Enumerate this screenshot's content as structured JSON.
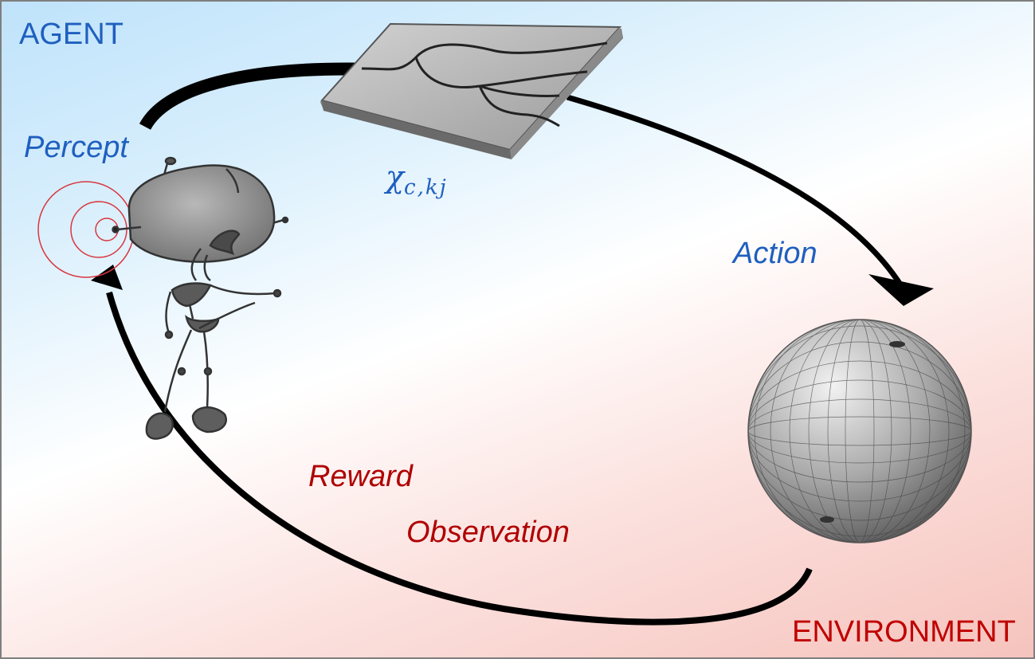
{
  "labels": {
    "agent": "AGENT",
    "environment": "ENVIRONMENT",
    "percept": "Percept",
    "action": "Action",
    "reward": "Reward",
    "observation": "Observation",
    "policy_symbol": "χ",
    "policy_subscript": "c,kj"
  },
  "colors": {
    "agent_text": "#1f5fbf",
    "environment_text": "#c00000",
    "arrow": "#000000",
    "signal_rings": "#d9363e"
  },
  "icons": [
    "robot-agent-icon",
    "glass-plate-icon",
    "sphere-environment-icon",
    "signal-rings-icon"
  ]
}
